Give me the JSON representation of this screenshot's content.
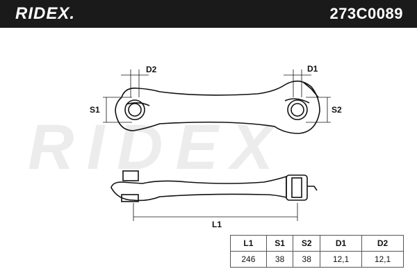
{
  "header": {
    "brand": "RIDEX.",
    "part_number": "273C0089"
  },
  "watermark": "RIDEX",
  "dimension_labels": {
    "d2": "D2",
    "d1": "D1",
    "s1": "S1",
    "s2": "S2",
    "l1": "L1"
  },
  "specs": {
    "headers": [
      "L1",
      "S1",
      "S2",
      "D1",
      "D2"
    ],
    "values": [
      "246",
      "38",
      "38",
      "12,1",
      "12,1"
    ]
  }
}
